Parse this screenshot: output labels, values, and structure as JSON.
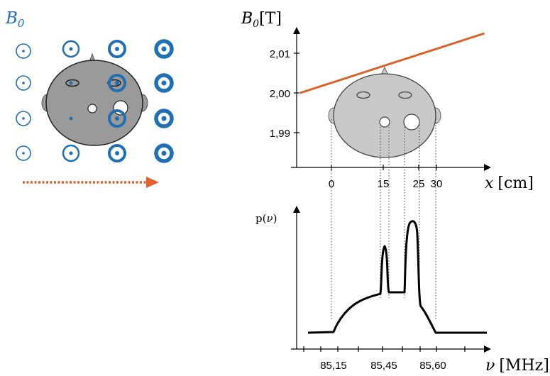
{
  "left_panel": {
    "field_label": "B",
    "field_subscript": "0",
    "field_color": "#1f6fb5",
    "arrow_color": "#e0612a",
    "head_fill": "#9a9a9a"
  },
  "top_plot": {
    "y_label": "B",
    "y_subscript": "0",
    "y_unit": "[T]",
    "y_ticks": [
      "2,01",
      "2,00",
      "1,99"
    ],
    "x_label": "x",
    "x_unit": "[cm]",
    "x_ticks": [
      "0",
      "15",
      "25",
      "30"
    ],
    "line_color": "#d9622b",
    "head_fill": "#c8c8c8"
  },
  "bottom_plot": {
    "y_label_prefix": "p(",
    "y_label_var": "ν",
    "y_label_suffix": ")",
    "x_label": "ν",
    "x_unit": "[MHz]",
    "x_ticks": [
      "85,15",
      "85,45",
      "85,60"
    ]
  },
  "chart_data": {
    "type": "line",
    "title": "",
    "xlabel": "x [cm]",
    "ylabel": "B0 [T]",
    "x": [
      -9,
      44
    ],
    "y": [
      2.0,
      2.015
    ],
    "xticks": [
      0,
      15,
      25,
      30
    ],
    "yticks": [
      1.99,
      2.0,
      2.01
    ]
  }
}
